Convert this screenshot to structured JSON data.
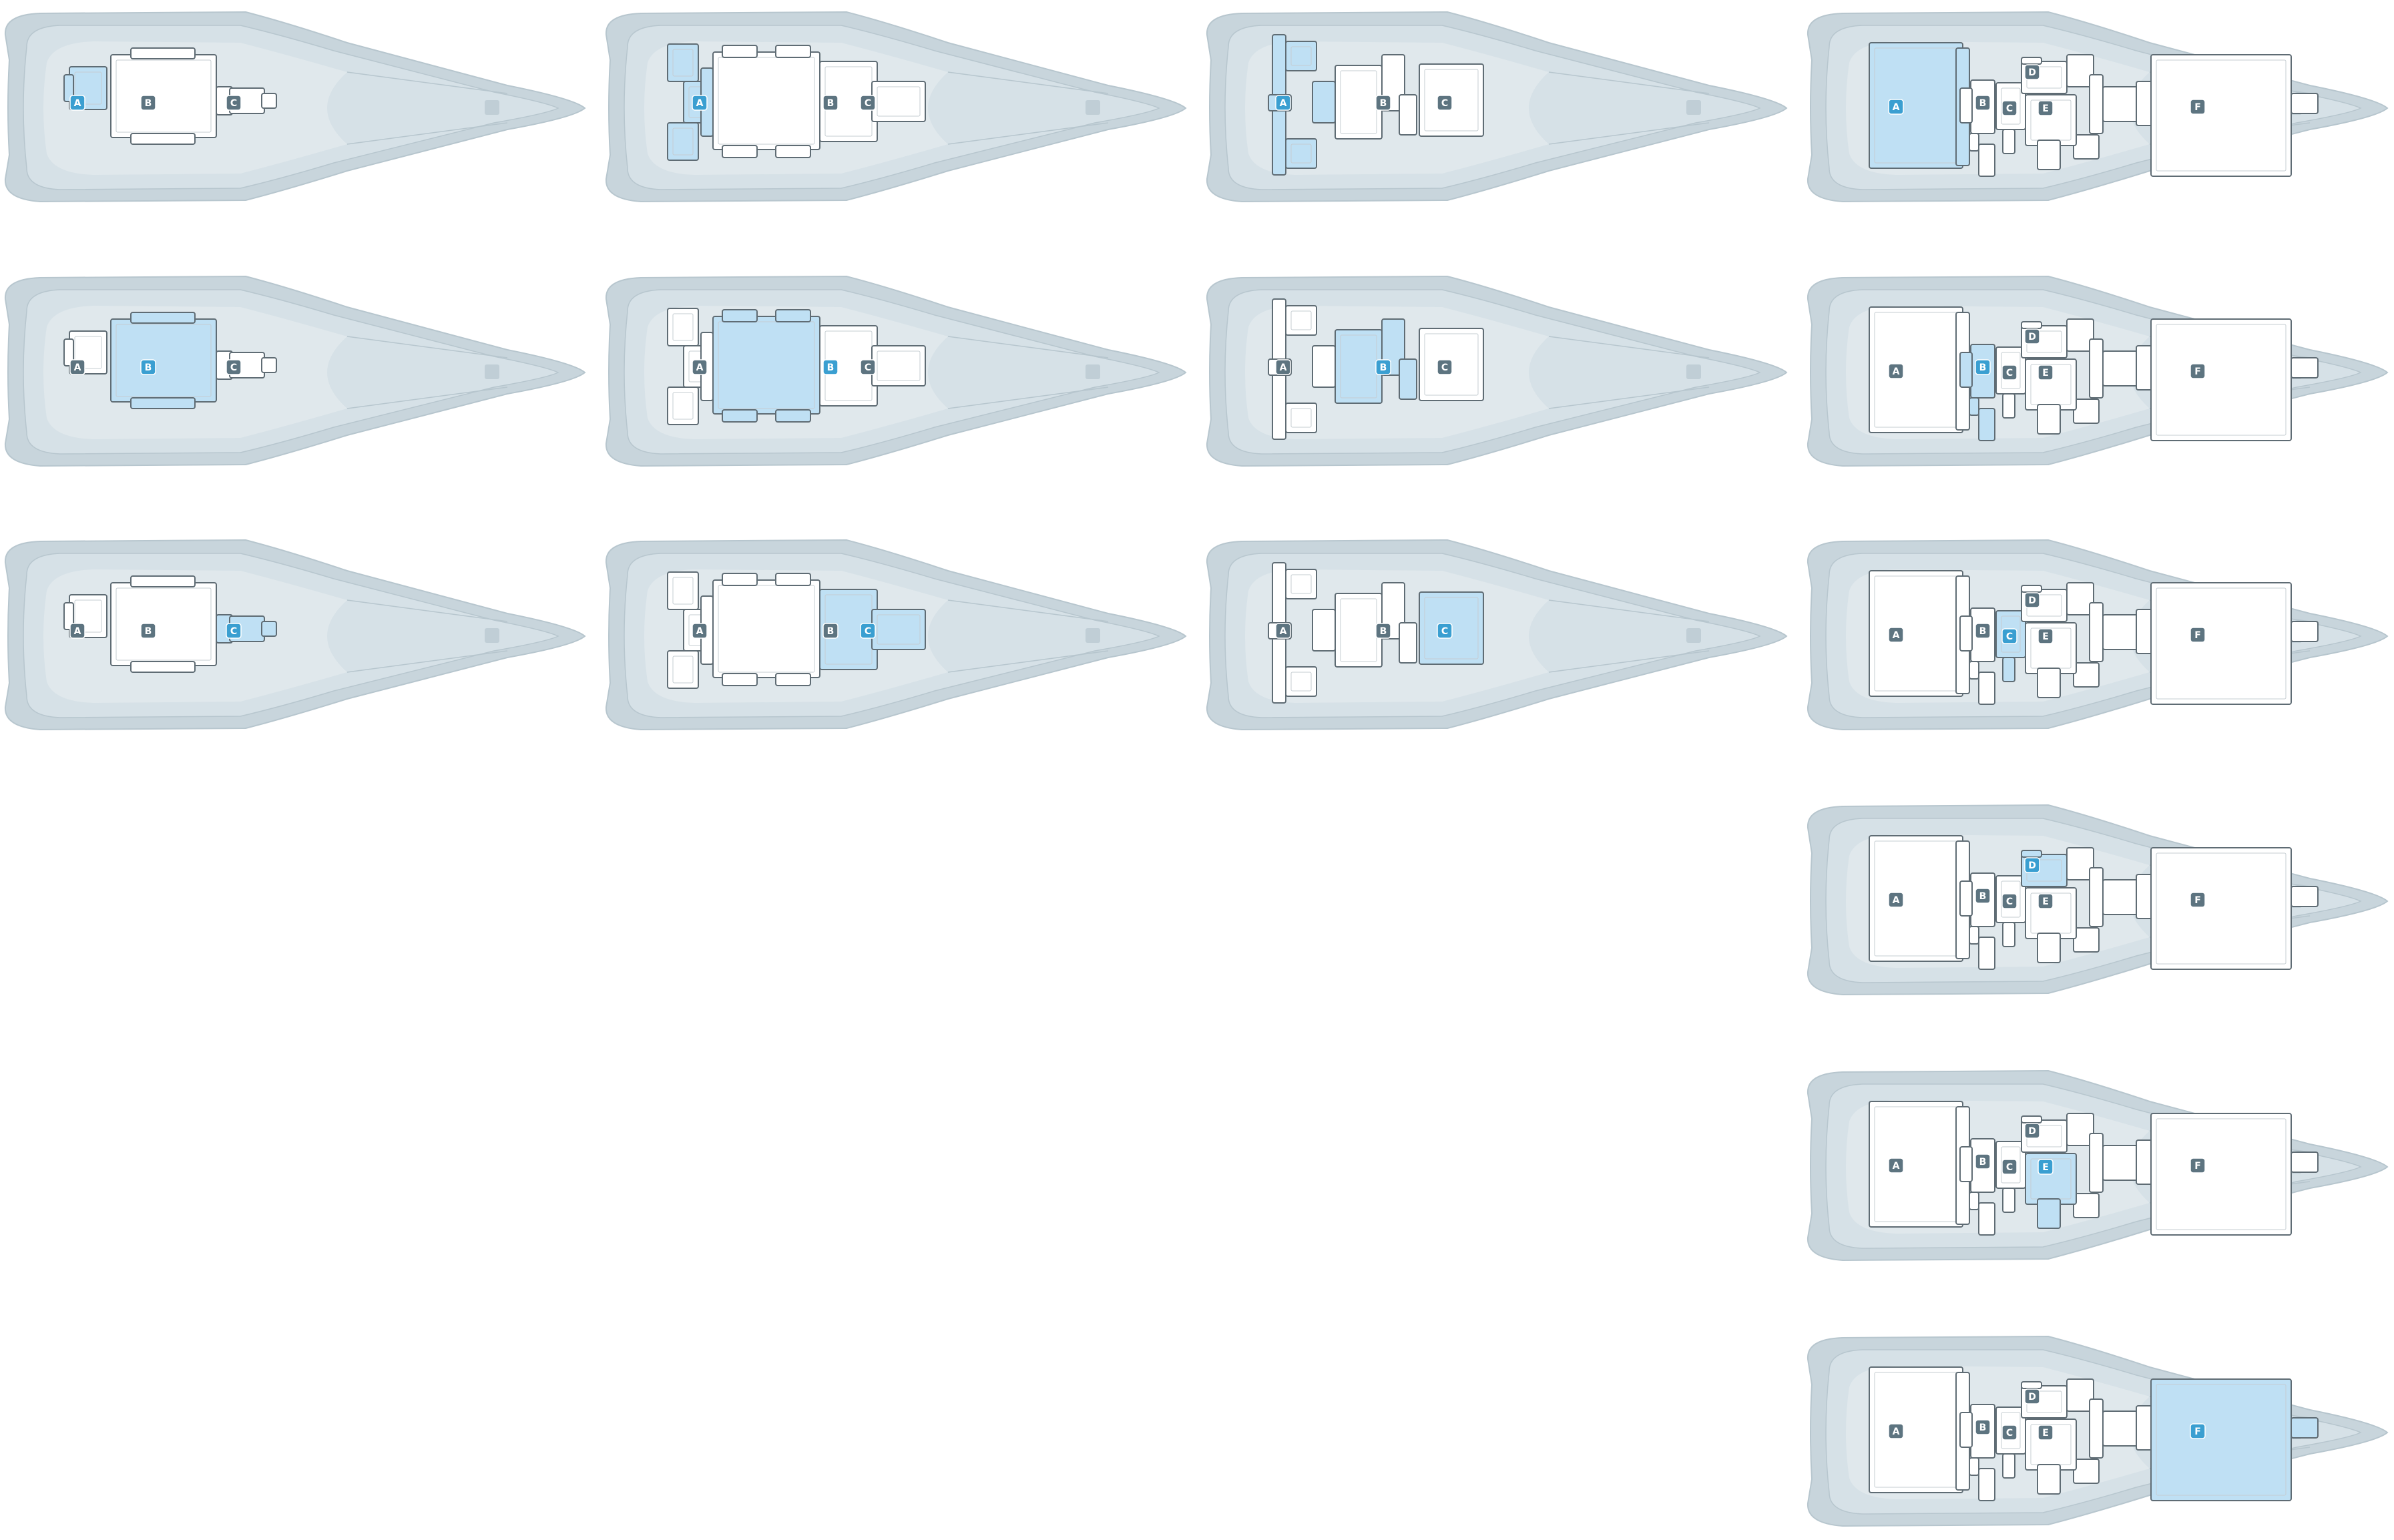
{
  "colors": {
    "hull_outer": "#c8d5dc",
    "hull_mid": "#d6e1e7",
    "hull_inner": "#e2eaee",
    "hull_line": "#b7c6ce",
    "room_fill": "#ffffff",
    "room_stroke": "#5f6c74",
    "highlight_fill": "#bfe0f4",
    "label_fill": "#5d7480",
    "label_active": "#3a9fd1",
    "label_text": "#ffffff"
  },
  "decks": [
    {
      "layout": "small",
      "labels": [
        "A",
        "B",
        "C"
      ],
      "highlight": "A"
    },
    {
      "layout": "small",
      "labels": [
        "A",
        "B",
        "C"
      ],
      "highlight": "B"
    },
    {
      "layout": "small",
      "labels": [
        "A",
        "B",
        "C"
      ],
      "highlight": "C"
    },
    {
      "layout": "medium",
      "labels": [
        "A",
        "B",
        "C"
      ],
      "highlight": "A"
    },
    {
      "layout": "medium",
      "labels": [
        "A",
        "B",
        "C"
      ],
      "highlight": "B"
    },
    {
      "layout": "medium",
      "labels": [
        "A",
        "B",
        "C"
      ],
      "highlight": "C"
    },
    {
      "layout": "cross",
      "labels": [
        "A",
        "B",
        "C"
      ],
      "highlight": "A"
    },
    {
      "layout": "cross",
      "labels": [
        "A",
        "B",
        "C"
      ],
      "highlight": "B"
    },
    {
      "layout": "cross",
      "labels": [
        "A",
        "B",
        "C"
      ],
      "highlight": "C"
    },
    {
      "layout": "large",
      "labels": [
        "A",
        "B",
        "C",
        "D",
        "E",
        "F"
      ],
      "highlight": "A"
    },
    {
      "layout": "large",
      "labels": [
        "A",
        "B",
        "C",
        "D",
        "E",
        "F"
      ],
      "highlight": "B"
    },
    {
      "layout": "large",
      "labels": [
        "A",
        "B",
        "C",
        "D",
        "E",
        "F"
      ],
      "highlight": "C"
    },
    {
      "layout": "large",
      "labels": [
        "A",
        "B",
        "C",
        "D",
        "E",
        "F"
      ],
      "highlight": "D"
    },
    {
      "layout": "large",
      "labels": [
        "A",
        "B",
        "C",
        "D",
        "E",
        "F"
      ],
      "highlight": "E"
    },
    {
      "layout": "large",
      "labels": [
        "A",
        "B",
        "C",
        "D",
        "E",
        "F"
      ],
      "highlight": "F"
    }
  ]
}
